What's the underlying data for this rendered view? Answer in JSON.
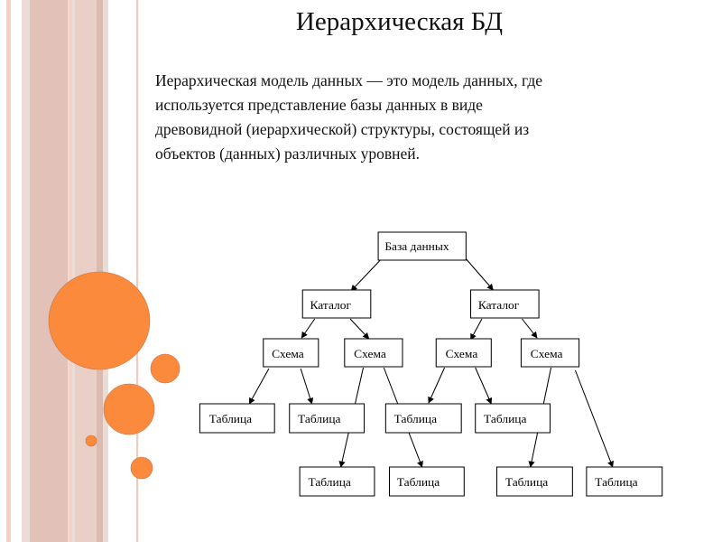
{
  "slide": {
    "title": "Иерархическая БД",
    "paragraph_lines": [
      "Иерархическая модель данных — это модель данных, где",
      "используется представление базы данных в виде",
      "древовидной (иерархической) структуры, состоящей из",
      "объектов (данных) различных уровней."
    ]
  },
  "diagram": {
    "root": "База данных",
    "catalogs": [
      "Каталог",
      "Каталог"
    ],
    "schemas": [
      "Схема",
      "Схема",
      "Схема",
      "Схема"
    ],
    "tables_row1": [
      "Таблица",
      "Таблица",
      "Таблица",
      "Таблица"
    ],
    "tables_row2": [
      "Таблица",
      "Таблица",
      "Таблица",
      "Таблица"
    ]
  },
  "colors": {
    "accent": "#fb8a3c",
    "stripe_light": "#f9d0c0",
    "stripe_band": "#e8d8d2",
    "stripe_dark": "#dfbeb4"
  }
}
